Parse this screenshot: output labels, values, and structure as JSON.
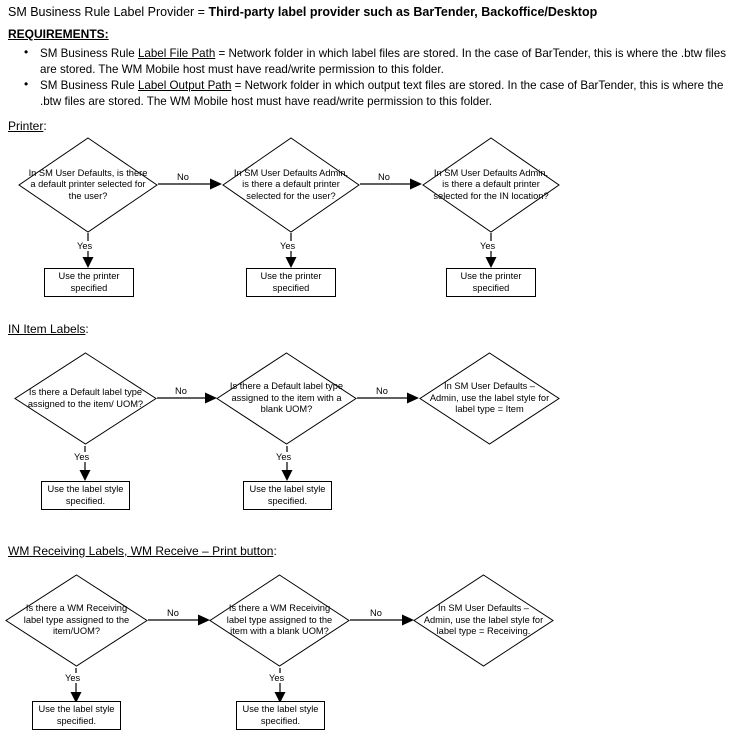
{
  "document": {
    "title_prefix": "SM Business Rule Label Provider = ",
    "title_bold": "Third-party label provider such as BarTender, Backoffice/Desktop",
    "requirements_heading": "REQUIREMENTS:",
    "requirements": [
      {
        "pre": "SM Business Rule ",
        "underlined": "Label File Path",
        "post": " = Network folder in which label files are stored. In the case of BarTender, this is where the .btw files are stored. The WM Mobile host must have read/write permission to this folder."
      },
      {
        "pre": "SM Business Rule ",
        "underlined": "Label Output Path",
        "post": " = Network folder in which output text files are stored. In the case of BarTender, this is where the .btw files are stored. The WM Mobile host must have read/write permission to this folder."
      }
    ]
  },
  "sections": [
    {
      "id": "printer",
      "heading_underlined": "Printer",
      "heading_suffix": ":",
      "decisions": [
        {
          "text": "In SM User Defaults, is there a default printer selected for the user?"
        },
        {
          "text": "In SM User Defaults Admin, is there a default printer selected for the user?"
        },
        {
          "text": "In SM User Defaults Admin, is there a default printer selected for the IN location?"
        }
      ],
      "no_labels": [
        "No",
        "No"
      ],
      "yes_labels": [
        "Yes",
        "Yes",
        "Yes"
      ],
      "outcomes": [
        {
          "text": "Use the printer specified"
        },
        {
          "text": "Use the printer specified"
        },
        {
          "text": "Use the printer specified"
        }
      ]
    },
    {
      "id": "in-item-labels",
      "heading_underlined": "IN Item Labels",
      "heading_suffix": ":",
      "decisions": [
        {
          "text": "Is there a Default label type assigned to the item/ UOM?"
        },
        {
          "text": "Is there a Default label type assigned to the item with a blank UOM?"
        },
        {
          "text": "In SM User Defaults – Admin, use the label style for label type = Item"
        }
      ],
      "no_labels": [
        "No",
        "No"
      ],
      "yes_labels": [
        "Yes",
        "Yes"
      ],
      "outcomes": [
        {
          "text": "Use the label style specified."
        },
        {
          "text": "Use the label style specified."
        }
      ]
    },
    {
      "id": "wm-receiving-labels",
      "heading_underlined": "WM Receiving Labels, WM Receive – Print button",
      "heading_suffix": ":",
      "decisions": [
        {
          "text": "Is there a WM Receiving label type assigned to the item/UOM?"
        },
        {
          "text": "Is there a WM Receiving label type assigned to the item with a blank UOM?"
        },
        {
          "text": "In SM User Defaults – Admin, use the label style for label type = Receiving."
        }
      ],
      "no_labels": [
        "No",
        "No"
      ],
      "yes_labels": [
        "Yes",
        "Yes"
      ],
      "outcomes": [
        {
          "text": "Use the label style specified."
        },
        {
          "text": "Use the label style specified."
        }
      ]
    }
  ],
  "colors": {
    "stroke": "#000000",
    "text": "#000000",
    "background": "#ffffff"
  }
}
